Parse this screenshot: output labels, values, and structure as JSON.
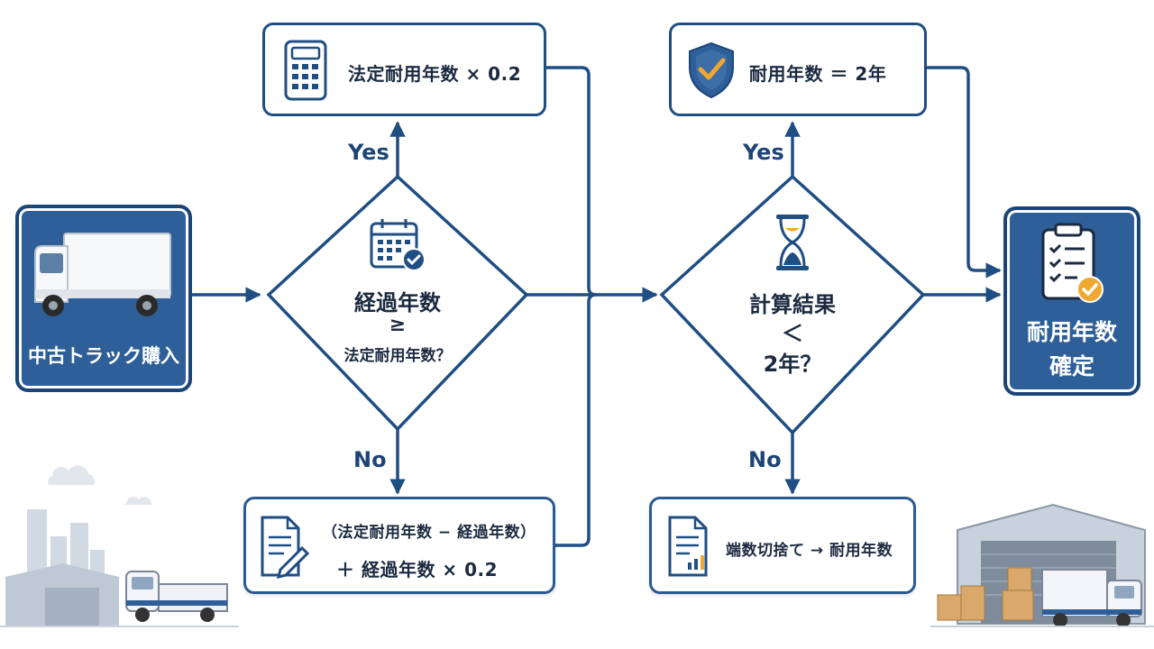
{
  "start": {
    "label": "中古トラック購入"
  },
  "decision1": {
    "line1": "経過年数",
    "line2": "≥",
    "line3": "法定耐用年数？"
  },
  "yes1": {
    "formula": "法定耐用年数 × 0.2"
  },
  "no1": {
    "line1": "（法定耐用年数 − 経過年数）",
    "line2": "＋ 経過年数 × 0.2"
  },
  "decision2": {
    "line1": "計算結果",
    "line2": "＜",
    "line3": "2年？"
  },
  "yes2": {
    "formula": "耐用年数 ＝ 2年"
  },
  "no2": {
    "formula": "端数切捨て → 耐用年数"
  },
  "end": {
    "line1": "耐用年数",
    "line2": "確定"
  },
  "edges": {
    "yes1": "Yes",
    "no1": "No",
    "yes2": "Yes",
    "no2": "No"
  },
  "colors": {
    "primary": "#1f4e83",
    "start_fill": "#2e5f98",
    "check": "#f0a830"
  }
}
